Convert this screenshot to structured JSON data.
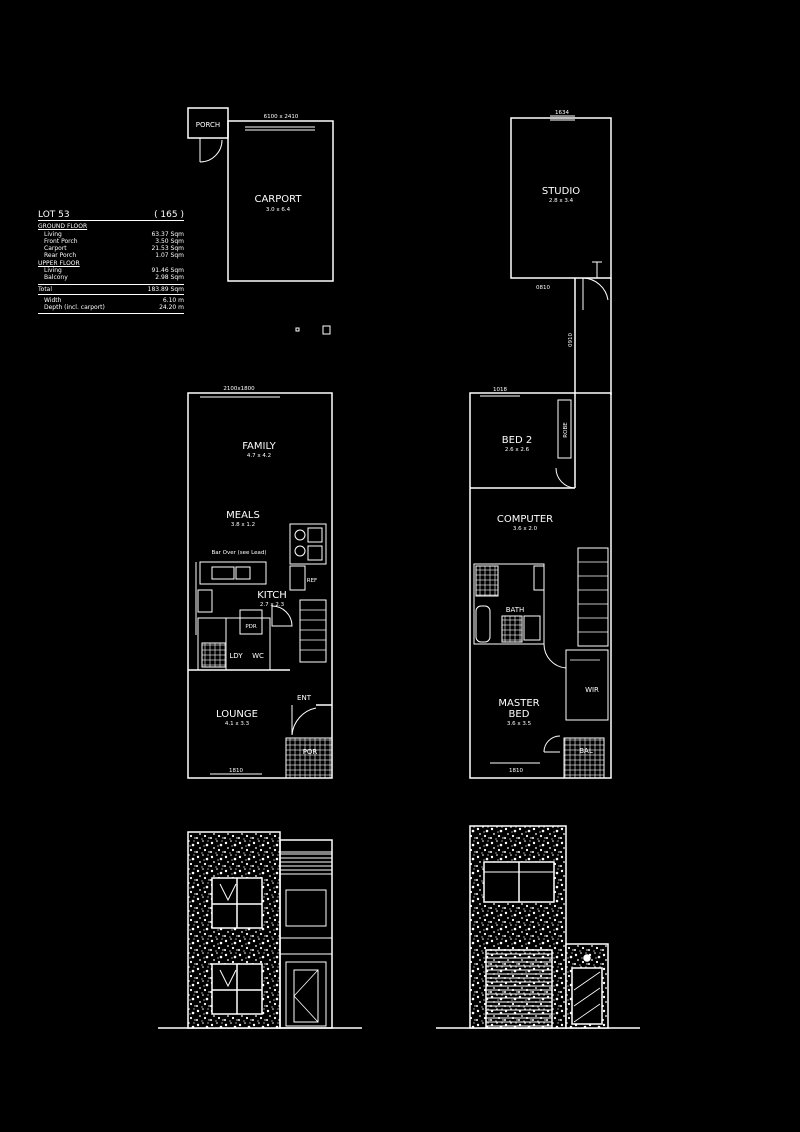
{
  "schedule": {
    "lot": "LOT 53",
    "lot_area": "( 165 )",
    "ground_floor": "GROUND FLOOR",
    "gf_items": [
      {
        "label": "Living",
        "value": "63.37 Sqm"
      },
      {
        "label": "Front Porch",
        "value": "3.50 Sqm"
      },
      {
        "label": "Carport",
        "value": "21.53 Sqm"
      },
      {
        "label": "Rear Porch",
        "value": "1.07 Sqm"
      }
    ],
    "upper_floor": "UPPER FLOOR",
    "uf_items": [
      {
        "label": "Living",
        "value": "91.46 Sqm"
      },
      {
        "label": "Balcony",
        "value": "2.98 Sqm"
      }
    ],
    "total_label": "Total",
    "total_value": "183.89 Sqm",
    "width_label": "Width",
    "width_value": "6.10 m",
    "depth_label": "Depth (incl. carport)",
    "depth_value": "24.20 m"
  },
  "plans": {
    "porch": "PORCH",
    "carport": "CARPORT",
    "carport_size": "3.0 x 6.4",
    "carport_door": "6100 x 2410",
    "family": "FAMILY",
    "family_size": "4.7 x 4.2",
    "meals": "MEALS",
    "meals_size": "3.8 x 1.2",
    "kitch": "KITCH",
    "kitch_size": "2.7 x 2.3",
    "lounge": "LOUNGE",
    "lounge_size": "4.1 x 3.3",
    "ent": "ENT",
    "por": "POR",
    "ldy": "LDY",
    "wc": "WC",
    "ref": "REF",
    "pdr": "PDR",
    "bar_note": "Bar Over (see Lead)",
    "window_2100": "2100x1800",
    "window_1810_a": "1810",
    "window_1810_b": "1810",
    "studio": "STUDIO",
    "studio_size": "2.8 x 3.4",
    "studio_window": "1634",
    "studio_door": "0810",
    "stair_window": "0910",
    "bed2": "BED 2",
    "bed2_size": "2.6 x 2.6",
    "bed2_window": "1018",
    "robe": "ROBE",
    "computer": "COMPUTER",
    "computer_size": "3.6 x 2.0",
    "bath": "BATH",
    "wir": "WIR",
    "master": "MASTER",
    "bed": "BED",
    "master_size": "3.6 x 3.5",
    "bal": "BAL",
    "master_window": "1810"
  }
}
